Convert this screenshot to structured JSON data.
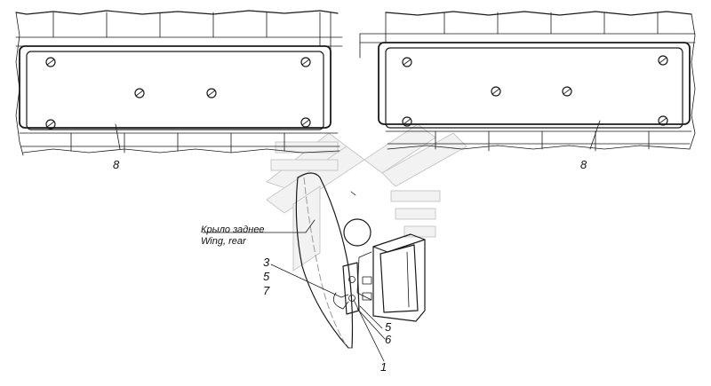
{
  "callouts": {
    "left_panel": "8",
    "right_panel": "8",
    "c3": "3",
    "c5a": "5",
    "c7": "7",
    "c5b": "5",
    "c6": "6",
    "c1": "1"
  },
  "wing_label": {
    "ru": "Крыло заднее",
    "en": "Wing, rear"
  },
  "colors": {
    "line": "#1a1a1a",
    "watermark": "#c8c8c8"
  }
}
